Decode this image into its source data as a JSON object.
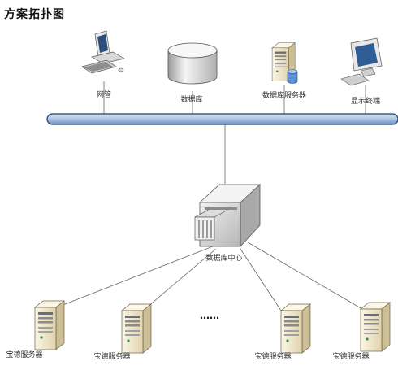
{
  "title": "方案拓扑图",
  "top_nodes": [
    {
      "label": "网管",
      "icon": "workstation-icon"
    },
    {
      "label": "数据库",
      "icon": "database-cylinder-icon"
    },
    {
      "label": "数据库服务器",
      "icon": "db-server-icon"
    },
    {
      "label": "显示终端",
      "icon": "monitor-terminal-icon"
    }
  ],
  "hub": {
    "label": "数据库中心",
    "icon": "data-center-icon"
  },
  "ellipsis": "……",
  "bottom_nodes": [
    {
      "label": "宝德服务器",
      "icon": "tower-server-icon"
    },
    {
      "label": "宝德服务器",
      "icon": "tower-server-icon"
    },
    {
      "label": "宝德服务器",
      "icon": "tower-server-icon"
    },
    {
      "label": "宝德服务器",
      "icon": "tower-server-icon"
    }
  ],
  "colors": {
    "bus_fill": "#b7cde8",
    "bus_stroke": "#1e3d6b",
    "line": "#666666",
    "server_body": "#f3ead2"
  }
}
